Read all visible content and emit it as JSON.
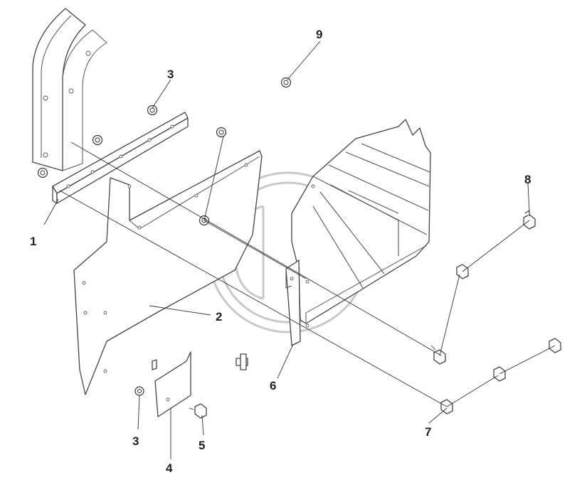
{
  "callouts": [
    {
      "id": "1",
      "label": "1"
    },
    {
      "id": "2",
      "label": "2"
    },
    {
      "id": "3a",
      "label": "3"
    },
    {
      "id": "3b",
      "label": "3"
    },
    {
      "id": "4",
      "label": "4"
    },
    {
      "id": "5",
      "label": "5"
    },
    {
      "id": "6",
      "label": "6"
    },
    {
      "id": "7",
      "label": "7"
    },
    {
      "id": "8",
      "label": "8"
    },
    {
      "id": "9",
      "label": "9"
    }
  ],
  "colors": {
    "line": "#444444",
    "label": "#222222",
    "watermark": "#c9c9c9",
    "background": "#ffffff"
  }
}
